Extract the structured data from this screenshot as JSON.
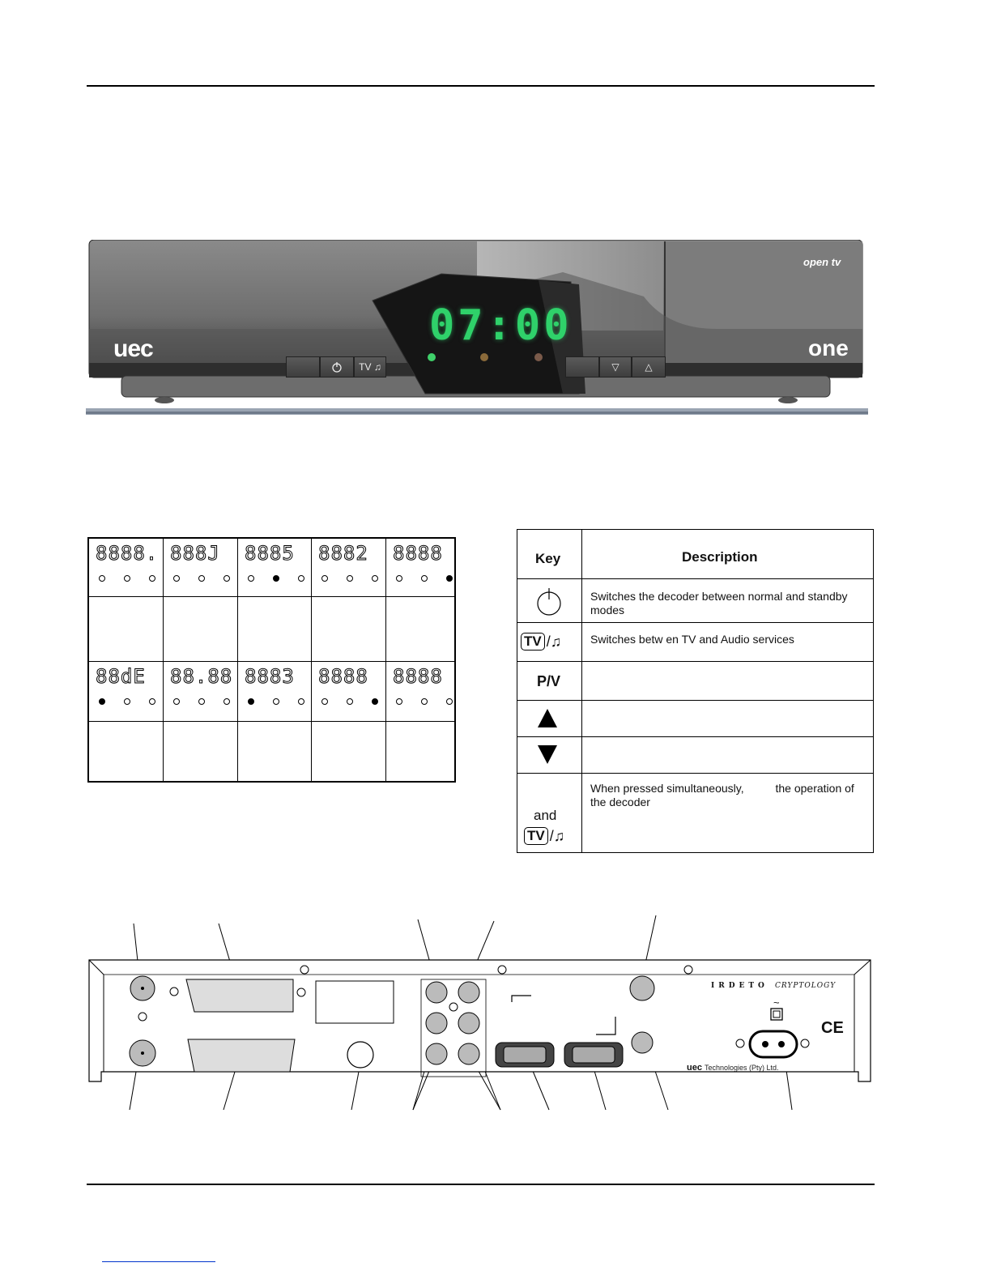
{
  "front_panel": {
    "brand_left": "uec",
    "brand_right": "one",
    "logo_top": "open tv",
    "display_time": "07:00",
    "buttons": {
      "power_icon": "power-icon",
      "tv_radio": "TV ♫",
      "down": "▽",
      "up": "△"
    },
    "indicator_colors": [
      "#3fd06a",
      "#8a6a3a",
      "#7a5a4a"
    ]
  },
  "led_states": {
    "row1": [
      {
        "digits": "8888.",
        "dots": [
          0,
          0,
          0
        ]
      },
      {
        "digits": "888J",
        "dots": [
          0,
          0,
          0
        ]
      },
      {
        "digits": "8885",
        "dots": [
          0,
          1,
          0
        ]
      },
      {
        "digits": "8882",
        "dots": [
          0,
          0,
          0
        ]
      },
      {
        "digits": "8888",
        "dots": [
          0,
          0,
          1
        ]
      }
    ],
    "row2": [
      {
        "digits": "88dE",
        "dots": [
          1,
          0,
          0
        ]
      },
      {
        "digits": "88.88",
        "dots": [
          0,
          0,
          0
        ]
      },
      {
        "digits": "8883",
        "dots": [
          1,
          0,
          0
        ]
      },
      {
        "digits": "8888",
        "dots": [
          0,
          0,
          1
        ]
      },
      {
        "digits": "8888",
        "dots": [
          0,
          0,
          0
        ]
      }
    ]
  },
  "key_table": {
    "header_key": "Key",
    "header_desc": "Description",
    "rows": [
      {
        "icon": "power-icon",
        "desc": "Switches the decoder between normal and standby modes"
      },
      {
        "key": "TV",
        "icon": "music-note-icon",
        "desc": "Switches betw  en TV and Audio services"
      },
      {
        "key": "P/V",
        "desc": ""
      },
      {
        "icon": "up-triangle-icon",
        "desc": ""
      },
      {
        "icon": "down-triangle-icon",
        "desc": ""
      },
      {
        "key_and": "and",
        "key": "TV",
        "icon": "music-note-icon",
        "desc": "When pressed simultaneously,          the operation of the decoder"
      }
    ]
  },
  "rear_panel": {
    "brand_irdeto": "IRDETO",
    "brand_irdeto_sub": "CRYPTOLOGY",
    "mains_symbol": "~",
    "ce_mark": "CE",
    "maker": "Technologies (Pty) Ltd.",
    "maker_logo": "uec"
  }
}
